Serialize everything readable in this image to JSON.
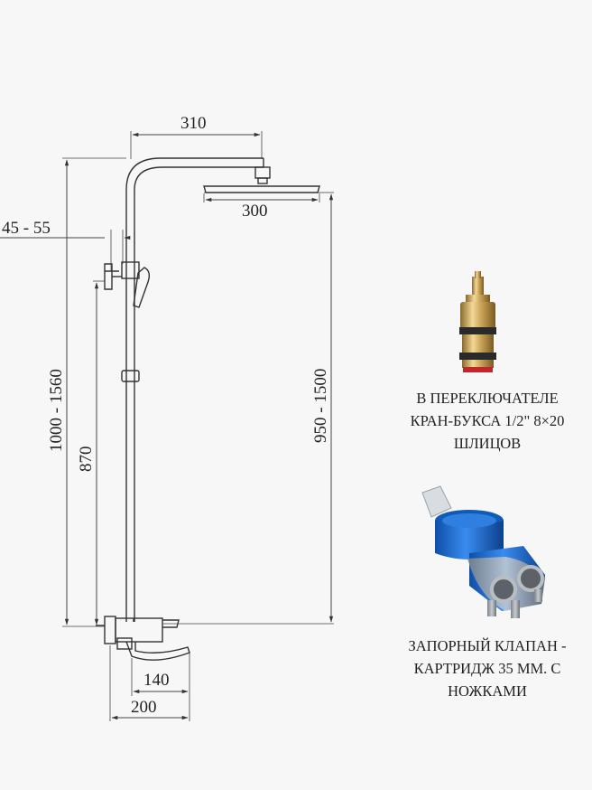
{
  "dimensions": {
    "arm_length": "310",
    "head_width": "300",
    "wall_offset": "45 - 55",
    "total_height": "1000 - 1560",
    "mixer_height": "870",
    "head_height": "950 - 1500",
    "spout_length": "140",
    "mixer_width": "200"
  },
  "captions": {
    "switch_cartridge": [
      "В ПЕРЕКЛЮЧАТЕЛЕ",
      "КРАН-БУКСА 1/2\" 8×20",
      "ШЛИЦОВ"
    ],
    "shutoff_cartridge": [
      "ЗАПОРНЫЙ КЛАПАН -",
      "КАРТРИДЖ 35 ММ. С",
      "НОЖКАМИ"
    ]
  },
  "colors": {
    "line": "#333333",
    "brass": "#c9a356",
    "cartridge_blue": "#1f6fd0",
    "cartridge_gray": "#9ea4aa",
    "seal_red": "#c0262b"
  },
  "icons": [
    "brass-ceramic-cartridge-icon",
    "blue-35mm-cartridge-icon"
  ]
}
